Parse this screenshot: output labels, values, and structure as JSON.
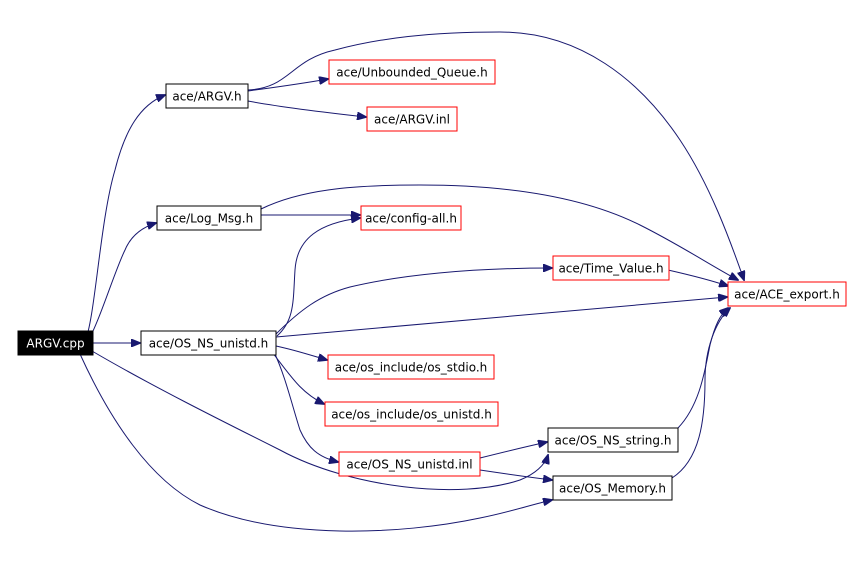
{
  "graph": {
    "colors": {
      "edge": "#191970",
      "root_fill": "#000000",
      "root_text": "#ffffff",
      "normal_border": "#000000",
      "truncated_border": "#ff0000",
      "node_fill": "#ffffff",
      "node_text": "#000000"
    },
    "nodes": [
      {
        "id": "argv_cpp",
        "label": "ARGV.cpp",
        "style": "root"
      },
      {
        "id": "argv_h",
        "label": "ace/ARGV.h",
        "style": "normal"
      },
      {
        "id": "unbounded_queue_h",
        "label": "ace/Unbounded_Queue.h",
        "style": "truncated"
      },
      {
        "id": "argv_inl",
        "label": "ace/ARGV.inl",
        "style": "truncated"
      },
      {
        "id": "log_msg_h",
        "label": "ace/Log_Msg.h",
        "style": "normal"
      },
      {
        "id": "config_all_h",
        "label": "ace/config-all.h",
        "style": "truncated"
      },
      {
        "id": "time_value_h",
        "label": "ace/Time_Value.h",
        "style": "truncated"
      },
      {
        "id": "ace_export_h",
        "label": "ace/ACE_export.h",
        "style": "truncated"
      },
      {
        "id": "os_ns_unistd_h",
        "label": "ace/OS_NS_unistd.h",
        "style": "normal"
      },
      {
        "id": "os_stdio_h",
        "label": "ace/os_include/os_stdio.h",
        "style": "truncated"
      },
      {
        "id": "os_unistd_h",
        "label": "ace/os_include/os_unistd.h",
        "style": "truncated"
      },
      {
        "id": "os_ns_string_h",
        "label": "ace/OS_NS_string.h",
        "style": "normal"
      },
      {
        "id": "os_ns_unistd_inl",
        "label": "ace/OS_NS_unistd.inl",
        "style": "truncated"
      },
      {
        "id": "os_memory_h",
        "label": "ace/OS_Memory.h",
        "style": "normal"
      }
    ],
    "edges": [
      {
        "from": "argv_cpp",
        "to": "argv_h"
      },
      {
        "from": "argv_cpp",
        "to": "log_msg_h"
      },
      {
        "from": "argv_cpp",
        "to": "os_ns_unistd_h"
      },
      {
        "from": "argv_cpp",
        "to": "os_ns_string_h"
      },
      {
        "from": "argv_cpp",
        "to": "os_memory_h"
      },
      {
        "from": "argv_h",
        "to": "unbounded_queue_h"
      },
      {
        "from": "argv_h",
        "to": "argv_inl"
      },
      {
        "from": "argv_h",
        "to": "ace_export_h"
      },
      {
        "from": "log_msg_h",
        "to": "config_all_h"
      },
      {
        "from": "log_msg_h",
        "to": "ace_export_h"
      },
      {
        "from": "os_ns_unistd_h",
        "to": "config_all_h"
      },
      {
        "from": "os_ns_unistd_h",
        "to": "time_value_h"
      },
      {
        "from": "os_ns_unistd_h",
        "to": "ace_export_h"
      },
      {
        "from": "os_ns_unistd_h",
        "to": "os_stdio_h"
      },
      {
        "from": "os_ns_unistd_h",
        "to": "os_unistd_h"
      },
      {
        "from": "os_ns_unistd_h",
        "to": "os_ns_unistd_inl"
      },
      {
        "from": "time_value_h",
        "to": "ace_export_h"
      },
      {
        "from": "os_ns_unistd_inl",
        "to": "os_ns_string_h"
      },
      {
        "from": "os_ns_unistd_inl",
        "to": "os_memory_h"
      },
      {
        "from": "os_ns_string_h",
        "to": "ace_export_h"
      },
      {
        "from": "os_memory_h",
        "to": "ace_export_h"
      }
    ]
  }
}
